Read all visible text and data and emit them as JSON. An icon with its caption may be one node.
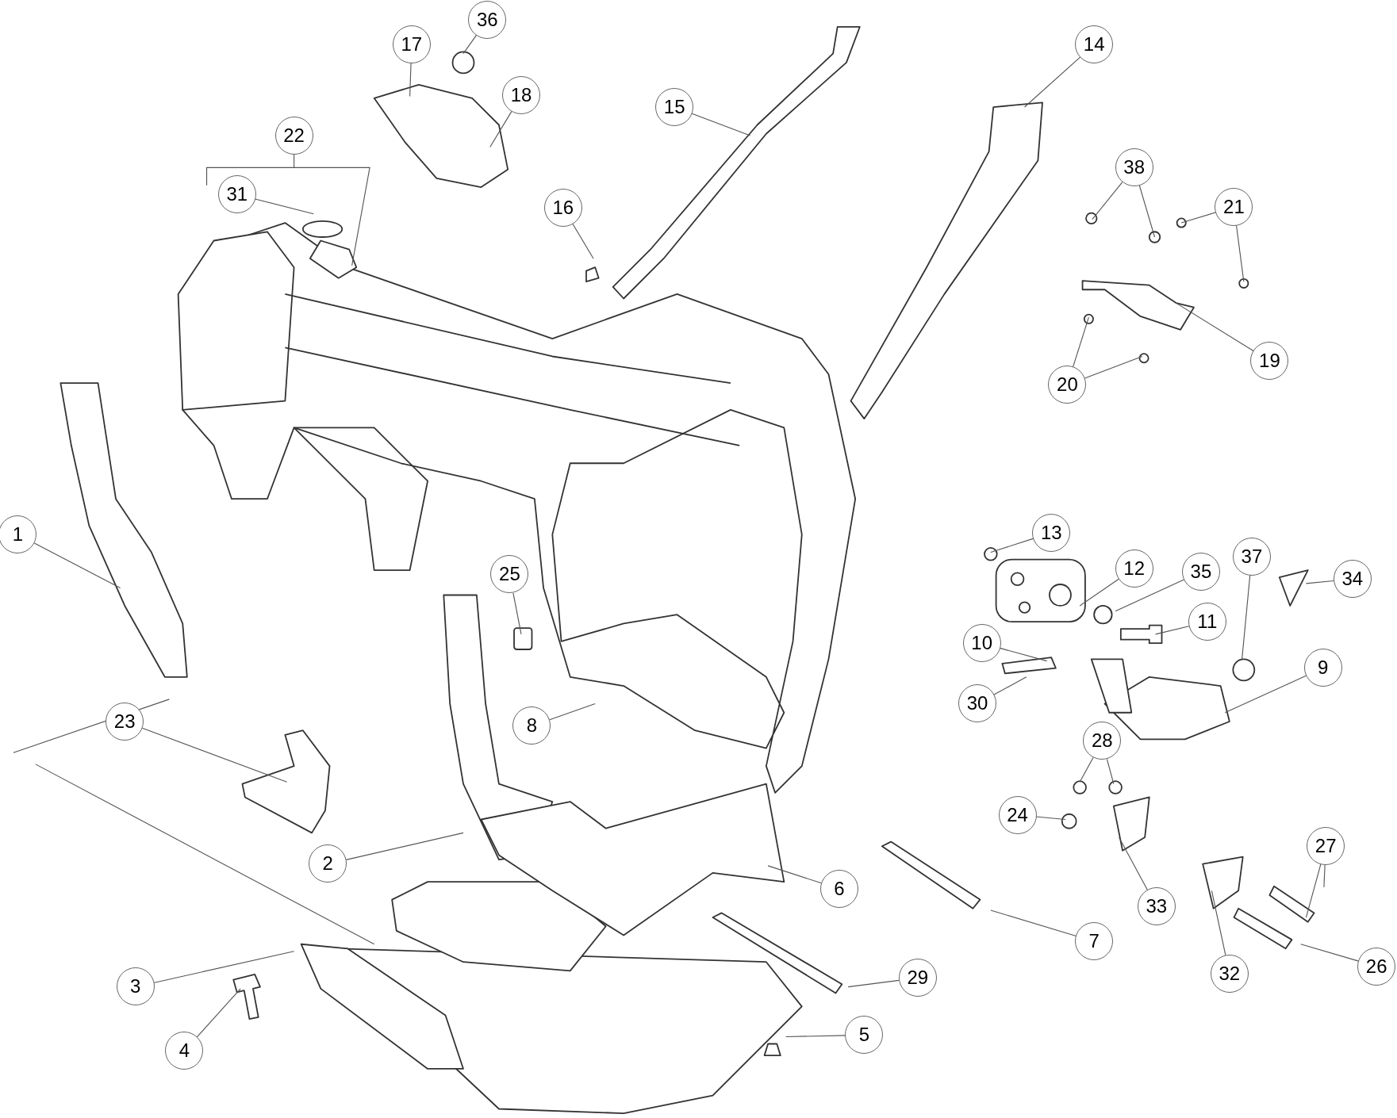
{
  "diagram": {
    "nodes": [
      {
        "text": [
          "1"
        ]
      },
      {
        "text": [
          "2"
        ]
      },
      {
        "text": [
          "3"
        ]
      },
      {
        "text": [
          "4"
        ]
      },
      {
        "text": [
          "5"
        ]
      },
      {
        "text": [
          "6"
        ]
      },
      {
        "text": [
          "7"
        ]
      },
      {
        "text": [
          "8"
        ]
      },
      {
        "text": [
          "9"
        ]
      },
      {
        "text": [
          "10"
        ]
      },
      {
        "text": [
          "11"
        ]
      },
      {
        "text": [
          "12"
        ]
      },
      {
        "text": [
          "13"
        ]
      },
      {
        "text": [
          "14"
        ]
      },
      {
        "text": [
          "15"
        ]
      },
      {
        "text": [
          "16"
        ]
      },
      {
        "text": [
          "17"
        ]
      },
      {
        "text": [
          "18"
        ]
      },
      {
        "text": [
          "19"
        ]
      },
      {
        "text": [
          "20"
        ]
      },
      {
        "text": [
          "21"
        ]
      },
      {
        "text": [
          "22"
        ]
      },
      {
        "text": [
          "23"
        ]
      },
      {
        "text": [
          "24"
        ]
      },
      {
        "text": [
          "25"
        ]
      },
      {
        "text": [
          "26"
        ]
      },
      {
        "text": [
          "27"
        ]
      },
      {
        "text": [
          "28"
        ]
      },
      {
        "text": [
          "29"
        ]
      },
      {
        "text": [
          "30"
        ]
      },
      {
        "text": [
          "31"
        ]
      },
      {
        "text": [
          "32"
        ]
      },
      {
        "text": [
          "33"
        ]
      },
      {
        "text": [
          "34"
        ]
      },
      {
        "text": [
          "35"
        ]
      },
      {
        "text": [
          "36"
        ]
      },
      {
        "text": [
          "37"
        ]
      },
      {
        "text": [
          "38"
        ]
      }
    ],
    "edges": [
      {
        "from": 0,
        "to": null,
        "arrow": "none"
      },
      {
        "from": 1,
        "to": null,
        "arrow": "none"
      },
      {
        "from": 2,
        "to": null,
        "arrow": "none"
      },
      {
        "from": 3,
        "to": null,
        "arrow": "none"
      },
      {
        "from": 4,
        "to": null,
        "arrow": "none"
      },
      {
        "from": 5,
        "to": null,
        "arrow": "none"
      },
      {
        "from": 6,
        "to": null,
        "arrow": "none"
      },
      {
        "from": 7,
        "to": null,
        "arrow": "none"
      },
      {
        "from": 8,
        "to": null,
        "arrow": "none"
      },
      {
        "from": 9,
        "to": null,
        "arrow": "none"
      },
      {
        "from": 10,
        "to": null,
        "arrow": "none"
      },
      {
        "from": 11,
        "to": null,
        "arrow": "none"
      },
      {
        "from": 12,
        "to": null,
        "arrow": "none"
      },
      {
        "from": 13,
        "to": null,
        "arrow": "none"
      },
      {
        "from": 14,
        "to": null,
        "arrow": "none"
      },
      {
        "from": 15,
        "to": null,
        "arrow": "none"
      },
      {
        "from": 16,
        "to": null,
        "arrow": "none"
      },
      {
        "from": 17,
        "to": null,
        "arrow": "none"
      },
      {
        "from": 18,
        "to": null,
        "arrow": "none"
      },
      {
        "from": 19,
        "to": null,
        "arrow": "none"
      },
      {
        "from": 19,
        "to": null,
        "arrow": "none"
      },
      {
        "from": 20,
        "to": null,
        "arrow": "none"
      },
      {
        "from": 20,
        "to": null,
        "arrow": "none"
      },
      {
        "from": 21,
        "to": null,
        "arrow": "none"
      },
      {
        "from": 22,
        "to": null,
        "arrow": "none"
      },
      {
        "from": 23,
        "to": null,
        "arrow": "none"
      },
      {
        "from": 24,
        "to": null,
        "arrow": "none"
      },
      {
        "from": 25,
        "to": null,
        "arrow": "none"
      },
      {
        "from": 26,
        "to": null,
        "arrow": "none"
      },
      {
        "from": 26,
        "to": null,
        "arrow": "none"
      },
      {
        "from": 27,
        "to": null,
        "arrow": "none"
      },
      {
        "from": 27,
        "to": null,
        "arrow": "none"
      },
      {
        "from": 28,
        "to": null,
        "arrow": "none"
      },
      {
        "from": 29,
        "to": null,
        "arrow": "none"
      },
      {
        "from": 30,
        "to": null,
        "arrow": "none"
      },
      {
        "from": 31,
        "to": null,
        "arrow": "none"
      },
      {
        "from": 32,
        "to": null,
        "arrow": "none"
      },
      {
        "from": 33,
        "to": null,
        "arrow": "none"
      },
      {
        "from": 34,
        "to": null,
        "arrow": "none"
      },
      {
        "from": 35,
        "to": null,
        "arrow": "none"
      },
      {
        "from": 36,
        "to": null,
        "arrow": "none"
      },
      {
        "from": 37,
        "to": null,
        "arrow": "none"
      },
      {
        "from": 37,
        "to": null,
        "arrow": "none"
      }
    ]
  }
}
